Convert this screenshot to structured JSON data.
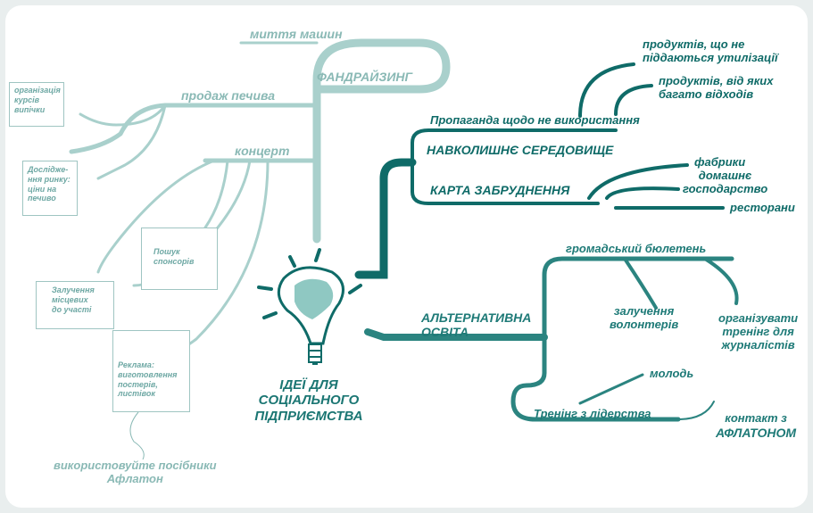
{
  "colors": {
    "light_branch": "#9cc9c5",
    "dark_branch": "#0f6b68",
    "mid_branch": "#2b8480",
    "bulb": "#8fc8c2"
  },
  "center": {
    "line1": "ІДЕЇ ДЛЯ",
    "line2": "СОЦІАЛЬНОГО",
    "line3": "ПІДПРИЄМСТВА"
  },
  "fundraising": {
    "title": "ФАНДРАЙЗИНГ",
    "car_wash": "миття машин",
    "cookie_sale": "продаж печива",
    "concert": "концерт",
    "boxes": {
      "courses": [
        "організація",
        "курсів",
        "випічки"
      ],
      "research": [
        "Дослідже-",
        "ння ринку:",
        "ціни на",
        "печиво"
      ],
      "sponsor": [
        "Пошук",
        "спонсорів"
      ],
      "locals": [
        "Залучення",
        "місцевих",
        "до участі"
      ],
      "ads": [
        "Реклама:",
        "виготовлення",
        "постерів,",
        "листівок"
      ]
    },
    "guides": {
      "line1": "використовуйте посібники",
      "line2": "Афлатон"
    }
  },
  "environment": {
    "title": "НАВКОЛИШНЄ СЕРЕДОВИЩЕ",
    "propaganda": "Пропаганда щодо не використання",
    "non_recyclable_1": "продуктів, що не",
    "non_recyclable_2": "піддаються утилізації",
    "waste_1": "продуктів, від яких",
    "waste_2": "багато відходів",
    "pollution_map": "КАРТА ЗАБРУДНЕННЯ",
    "factories": "фабрики",
    "household_1": "домашнє",
    "household_2": "господарство",
    "restaurants": "ресторани"
  },
  "education": {
    "title_1": "АЛЬТЕРНАТИВНА",
    "title_2": "ОСВІТА",
    "bulletin": "громадський бюлетень",
    "volunteers_1": "залучення",
    "volunteers_2": "волонтерів",
    "journalists_1": "організувати",
    "journalists_2": "тренінг для",
    "journalists_3": "журналістів",
    "youth": "молодь",
    "leadership": "Тренінг з лідерства",
    "contact_1": "контакт з",
    "contact_2": "АФЛАТОНОМ"
  }
}
